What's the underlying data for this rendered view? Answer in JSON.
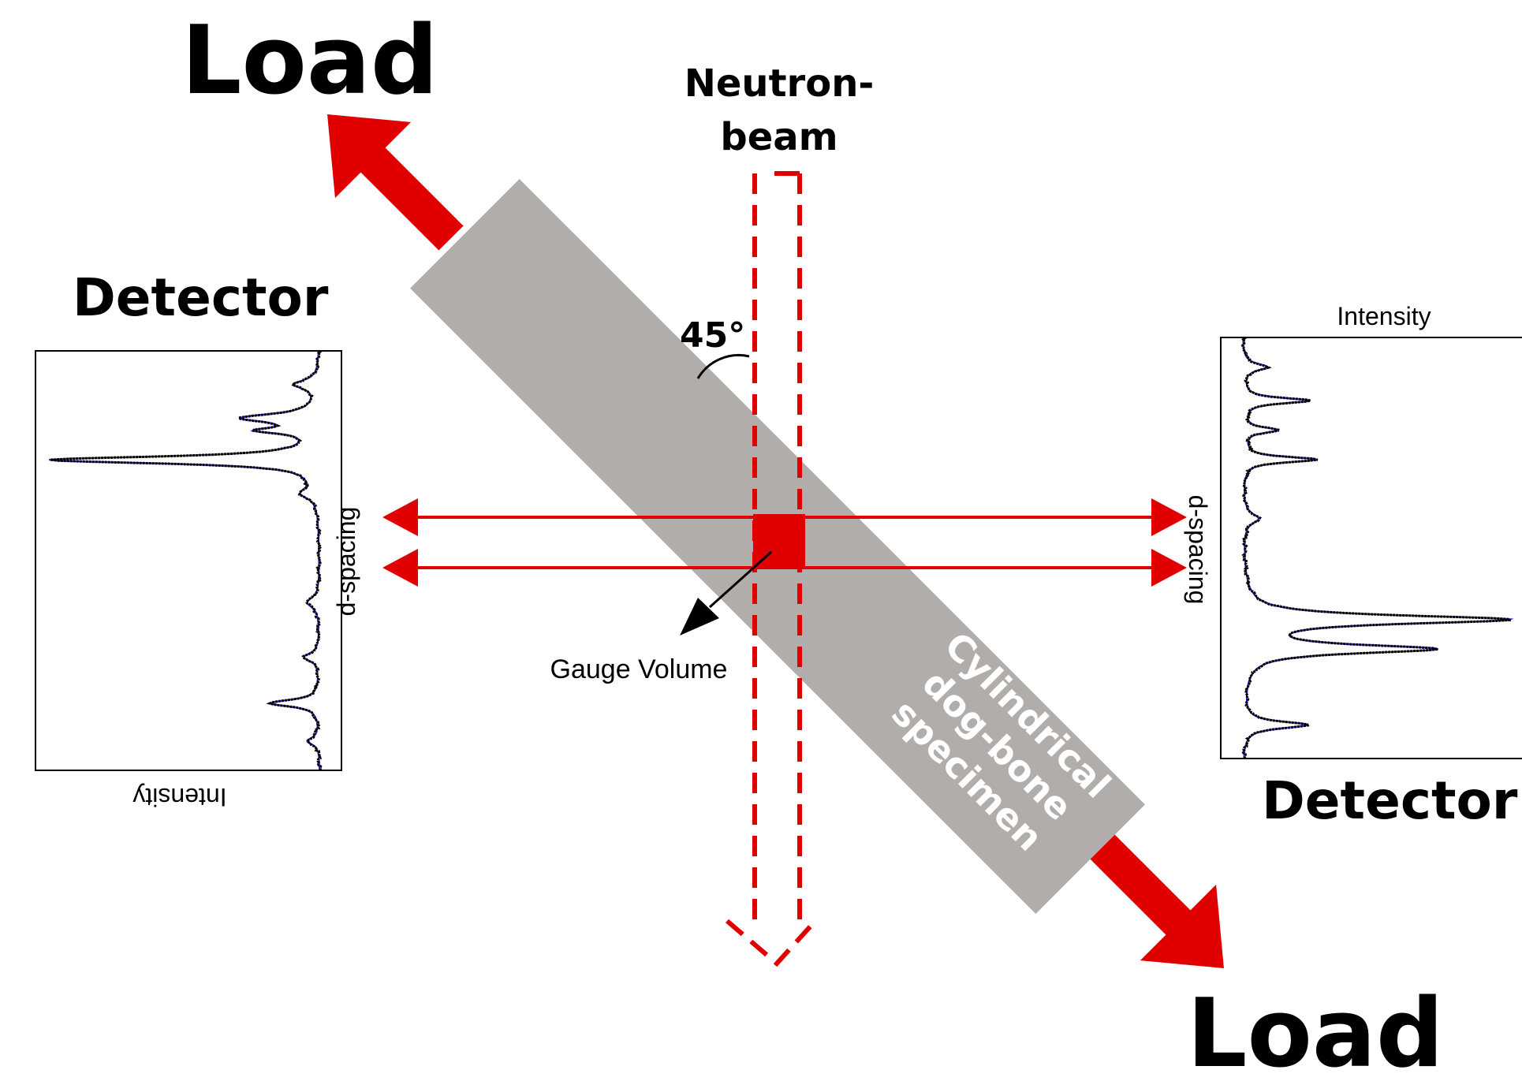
{
  "labels": {
    "load_top": "Load",
    "load_bottom": "Load",
    "neutron_beam_line1": "Neutron-",
    "neutron_beam_line2": "beam",
    "angle": "45°",
    "detector_left": "Detector",
    "detector_right": "Detector",
    "intensity_left": "Intensity",
    "intensity_right": "Intensity",
    "d_spacing_left": "d-spacing",
    "d_spacing_right": "d-spacing",
    "gauge_volume": "Gauge Volume",
    "specimen_line1": "Cylindrical",
    "specimen_line2": "dog-bone",
    "specimen_line3": "specimen"
  },
  "colors": {
    "load_arrow": "#e00000",
    "beam": "#e00000",
    "specimen": "#b1adab",
    "gauge_volume": "#e00000",
    "pattern_fit": "#2b2bd9",
    "pattern_data": "#000000"
  },
  "spectra": {
    "left": {
      "baseline": 0.93,
      "peaks": [
        {
          "pos": 0.08,
          "height": 0.08,
          "width": 0.012
        },
        {
          "pos": 0.16,
          "height": 0.24,
          "width": 0.012
        },
        {
          "pos": 0.19,
          "height": 0.17,
          "width": 0.008
        },
        {
          "pos": 0.26,
          "height": 0.88,
          "width": 0.01
        },
        {
          "pos": 0.34,
          "height": 0.05,
          "width": 0.015
        },
        {
          "pos": 0.6,
          "height": 0.04,
          "width": 0.015
        },
        {
          "pos": 0.73,
          "height": 0.05,
          "width": 0.012
        },
        {
          "pos": 0.84,
          "height": 0.16,
          "width": 0.01
        },
        {
          "pos": 0.93,
          "height": 0.04,
          "width": 0.01
        }
      ]
    },
    "right": {
      "baseline": 0.07,
      "peaks": [
        {
          "pos": 0.07,
          "height": 0.08,
          "width": 0.01
        },
        {
          "pos": 0.15,
          "height": 0.22,
          "width": 0.008
        },
        {
          "pos": 0.22,
          "height": 0.11,
          "width": 0.008
        },
        {
          "pos": 0.29,
          "height": 0.24,
          "width": 0.008
        },
        {
          "pos": 0.43,
          "height": 0.05,
          "width": 0.015
        },
        {
          "pos": 0.67,
          "height": 0.87,
          "width": 0.012
        },
        {
          "pos": 0.74,
          "height": 0.62,
          "width": 0.012
        },
        {
          "pos": 0.92,
          "height": 0.21,
          "width": 0.01
        }
      ]
    }
  }
}
